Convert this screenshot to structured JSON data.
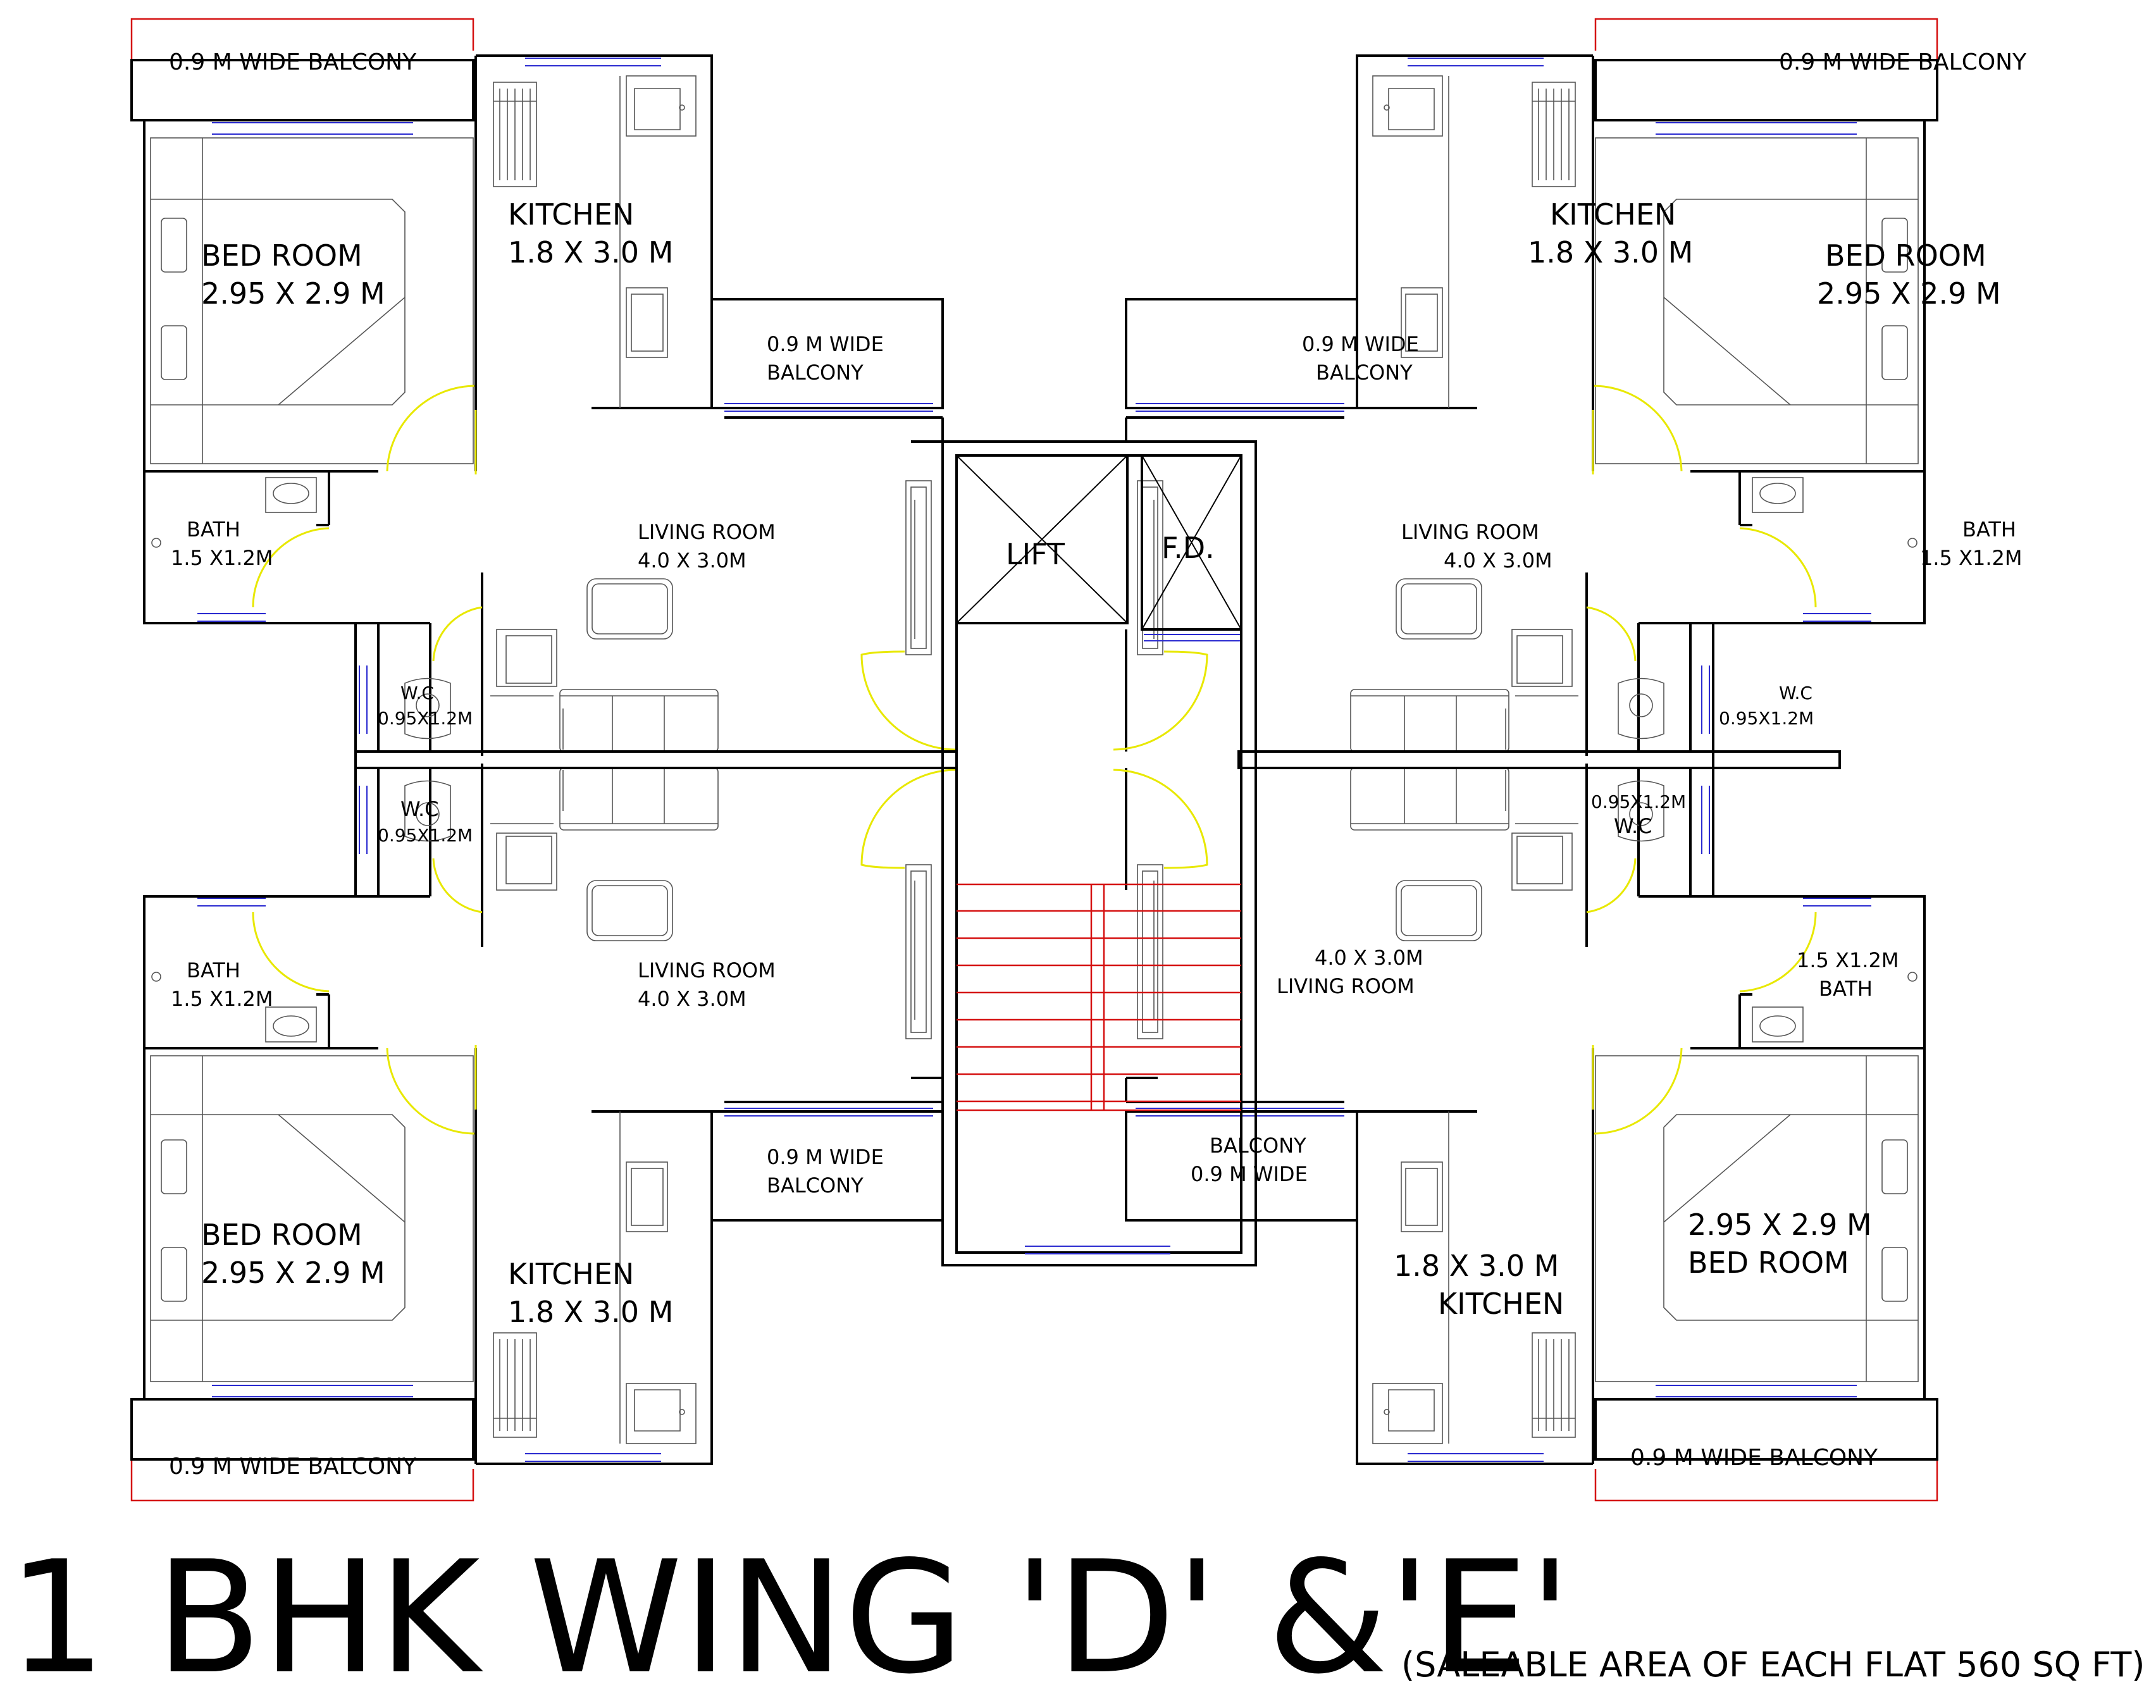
{
  "title": "1 BHK WING 'D' &'E'",
  "subtitle": "(SALEABLE AREA OF EACH FLAT 560 SQ FT)",
  "colors": {
    "walls": "#000000",
    "windows": "#2a2ad0",
    "doors": "#e8e800",
    "stairs": "#d51010",
    "border": "#d51010"
  },
  "core": {
    "lift": "LIFT",
    "fd": "F.D."
  },
  "labels": {
    "balcony_wide": "0.9 M WIDE BALCONY",
    "balcony_l1": "0.9 M WIDE",
    "balcony_l2": "BALCONY",
    "kitchen": "KITCHEN",
    "kitchen_dim": "1.8 X 3.0 M",
    "bedroom": "BED ROOM",
    "bedroom_dim": "2.95 X 2.9 M",
    "bath": "BATH",
    "bath_dim": "1.5 X1.2M",
    "living": "LIVING ROOM",
    "living_dim": "4.0 X 3.0M",
    "wc": "W.C",
    "wc_dim": "0.95X1.2M"
  }
}
